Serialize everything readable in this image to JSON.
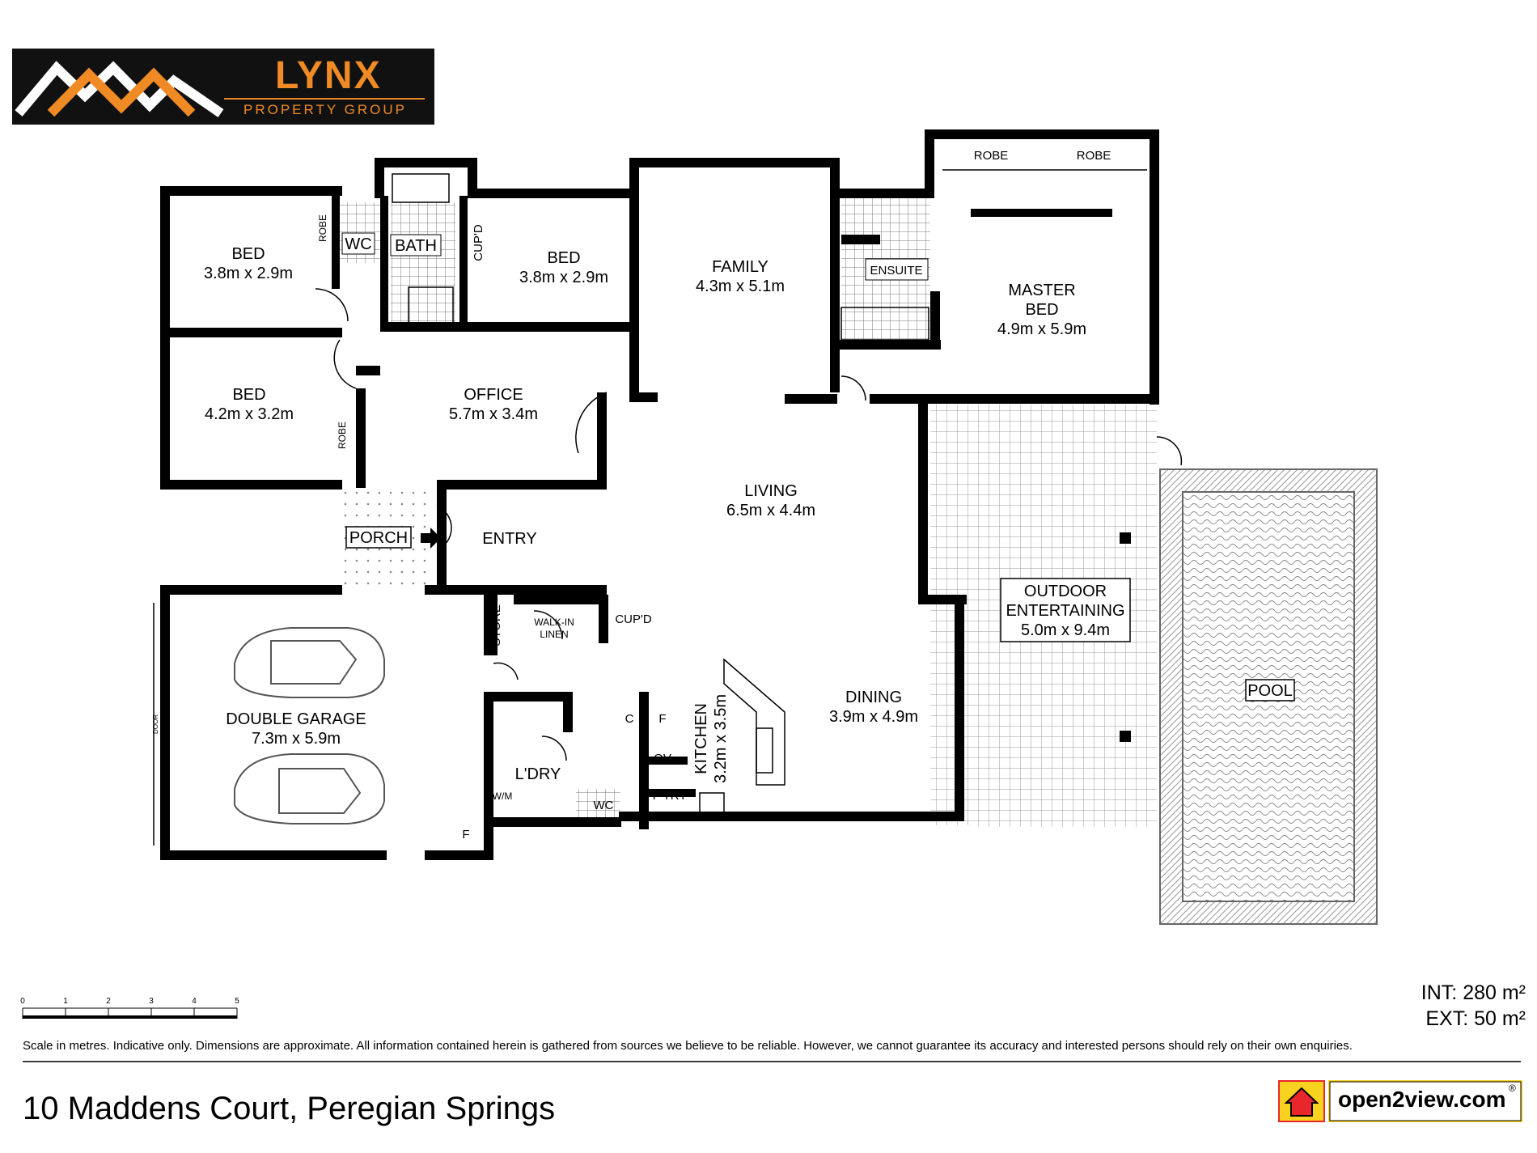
{
  "logo": {
    "brand": "LYNX",
    "tagline": "PROPERTY GROUP"
  },
  "rooms": {
    "bed1": {
      "name": "BED",
      "size": "3.8m x 2.9m"
    },
    "bed2": {
      "name": "BED",
      "size": "3.8m x 2.9m"
    },
    "bed3": {
      "name": "BED",
      "size": "4.2m x 3.2m"
    },
    "family": {
      "name": "FAMILY",
      "size": "4.3m x 5.1m"
    },
    "master": {
      "name1": "MASTER",
      "name2": "BED",
      "size": "4.9m x 5.9m"
    },
    "office": {
      "name": "OFFICE",
      "size": "5.7m x 3.4m"
    },
    "living": {
      "name": "LIVING",
      "size": "6.5m x 4.4m"
    },
    "garage": {
      "name": "DOUBLE GARAGE",
      "size": "7.3m x 5.9m"
    },
    "dining": {
      "name": "DINING",
      "size": "3.9m x 4.9m"
    },
    "kitchen": {
      "name": "KITCHEN",
      "size": "3.2m x 3.5m"
    },
    "outdoor": {
      "name1": "OUTDOOR",
      "name2": "ENTERTAINING",
      "size": "5.0m x 9.4m"
    },
    "pool": {
      "name": "POOL"
    },
    "entry": {
      "name": "ENTRY"
    },
    "porch": {
      "name": "PORCH"
    },
    "laundry": {
      "name": "L'DRY"
    }
  },
  "fixtures": {
    "robe1": "ROBE",
    "robe2": "ROBE",
    "robe_master_a": "ROBE",
    "robe_master_b": "ROBE",
    "wc1": "WC",
    "wc2": "WC",
    "bath": "BATH",
    "cupd1": "CUP'D",
    "cupd2": "CUP'D",
    "ensuite": "ENSUITE",
    "store": "STORE",
    "walkin1": "WALK-IN",
    "walkin2": "LINEN",
    "pantry": "P'TRY",
    "wm": "W/M",
    "f1": "F",
    "f2": "F",
    "c": "C",
    "ov": "OV",
    "door": "DOOR"
  },
  "scale": {
    "ticks": [
      "0",
      "1",
      "2",
      "3",
      "4",
      "5"
    ]
  },
  "areas": {
    "int": "INT: 280 m²",
    "ext": "EXT: 50 m²"
  },
  "disclaimer": "Scale in metres. Indicative only. Dimensions are approximate. All information contained herein is gathered from sources we believe to be reliable. However, we cannot guarantee its accuracy and interested persons should rely on their own enquiries.",
  "address": "10 Maddens Court, Peregian Springs",
  "badge": {
    "text": "open2view.com",
    "reg": "®"
  },
  "colors": {
    "accent": "#f08a24",
    "wall": "#000000"
  }
}
